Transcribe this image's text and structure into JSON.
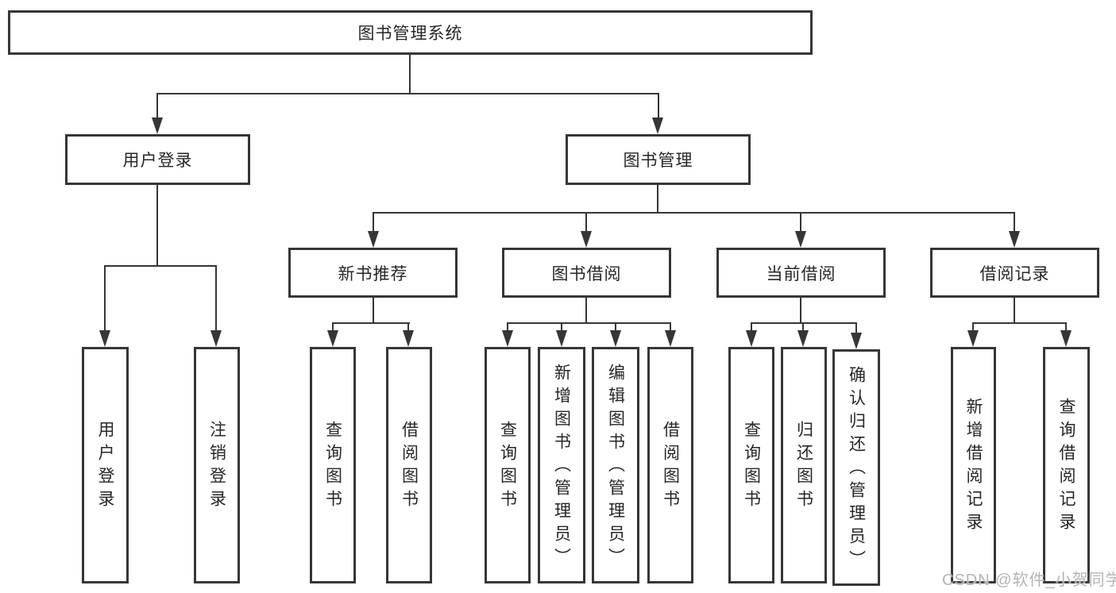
{
  "tree": {
    "root": "图书管理系统",
    "user_login": {
      "label": "用户登录",
      "children": [
        "用户登录",
        "注销登录"
      ]
    },
    "book_mgmt": {
      "label": "图书管理",
      "children": [
        {
          "label": "新书推荐",
          "children": [
            "查询图书",
            "借阅图书"
          ]
        },
        {
          "label": "图书借阅",
          "children": [
            "查询图书",
            "新增图书（管理员）",
            "编辑图书（管理员）",
            "借阅图书"
          ]
        },
        {
          "label": "当前借阅",
          "children": [
            "查询图书",
            "归还图书",
            "确认归还（管理员）"
          ]
        },
        {
          "label": "借阅记录",
          "children": [
            "新增借阅记录",
            "查询借阅记录"
          ]
        }
      ]
    }
  },
  "watermark": "CSDN @软件_小贺同学",
  "colors": {
    "line": "#363636",
    "text": "#262626",
    "watermark": "#b4b4b4"
  }
}
